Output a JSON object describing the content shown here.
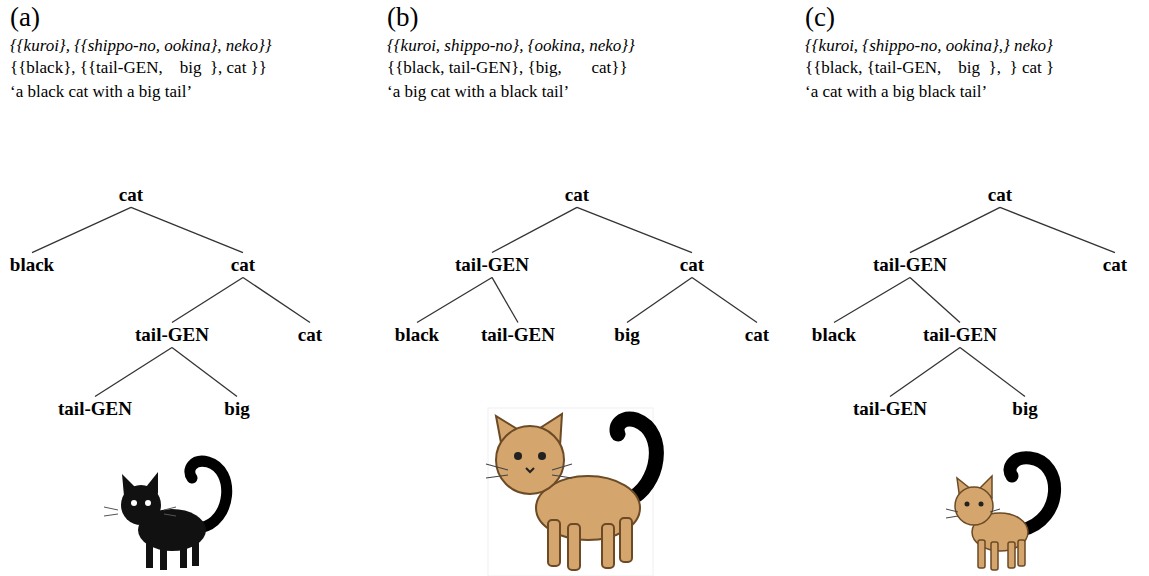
{
  "diagram": {
    "nodes": [
      {
        "text": [
          "cat"
        ]
      },
      {
        "text": [
          "black"
        ]
      },
      {
        "text": [
          "cat"
        ]
      },
      {
        "text": [
          "tail-GEN"
        ]
      },
      {
        "text": [
          "cat"
        ]
      },
      {
        "text": [
          "tail-GEN"
        ]
      },
      {
        "text": [
          "big"
        ]
      },
      {
        "text": [
          "cat"
        ]
      },
      {
        "text": [
          "tail-GEN"
        ]
      },
      {
        "text": [
          "cat"
        ]
      },
      {
        "text": [
          "black"
        ]
      },
      {
        "text": [
          "tail-GEN"
        ]
      },
      {
        "text": [
          "big"
        ]
      },
      {
        "text": [
          "cat"
        ]
      },
      {
        "text": [
          "cat"
        ]
      },
      {
        "text": [
          "tail-GEN"
        ]
      },
      {
        "text": [
          "cat"
        ]
      },
      {
        "text": [
          "black"
        ]
      },
      {
        "text": [
          "tail-GEN"
        ]
      },
      {
        "text": [
          "tail-GEN"
        ]
      },
      {
        "text": [
          "big"
        ]
      }
    ],
    "edges": [
      {
        "from": 0,
        "to": 1,
        "arrow": "none"
      },
      {
        "from": 0,
        "to": 2,
        "arrow": "none"
      },
      {
        "from": 2,
        "to": 3,
        "arrow": "none"
      },
      {
        "from": 2,
        "to": 4,
        "arrow": "none"
      },
      {
        "from": 3,
        "to": 5,
        "arrow": "none"
      },
      {
        "from": 3,
        "to": 6,
        "arrow": "none"
      },
      {
        "from": 7,
        "to": 8,
        "arrow": "none"
      },
      {
        "from": 7,
        "to": 9,
        "arrow": "none"
      },
      {
        "from": 8,
        "to": 10,
        "arrow": "none"
      },
      {
        "from": 8,
        "to": 11,
        "arrow": "none"
      },
      {
        "from": 9,
        "to": 12,
        "arrow": "none"
      },
      {
        "from": 9,
        "to": 13,
        "arrow": "none"
      },
      {
        "from": 14,
        "to": 15,
        "arrow": "none"
      },
      {
        "from": 14,
        "to": 16,
        "arrow": "none"
      },
      {
        "from": 15,
        "to": 17,
        "arrow": "none"
      },
      {
        "from": 15,
        "to": 18,
        "arrow": "none"
      },
      {
        "from": 18,
        "to": 19,
        "arrow": "none"
      },
      {
        "from": 18,
        "to": 20,
        "arrow": "none"
      }
    ],
    "labels": [
      "(a)",
      "{{kuroi}, {{shippo-no, ookina}, neko}}",
      "{{black}, {{tail-GEN,    big  }, cat }}",
      "‘a black cat with a big tail’",
      "(b)",
      "{{kuroi, shippo-no}, {ookina, neko}}",
      "{{black, tail-GEN}, {big,       cat}}",
      "‘a big cat with a black tail’",
      "(c)",
      "{{kuroi, {shippo-no, ookina},} neko}",
      "{{black, {tail-GEN,    big  },  } cat }",
      "‘a cat with a big black tail’"
    ]
  }
}
